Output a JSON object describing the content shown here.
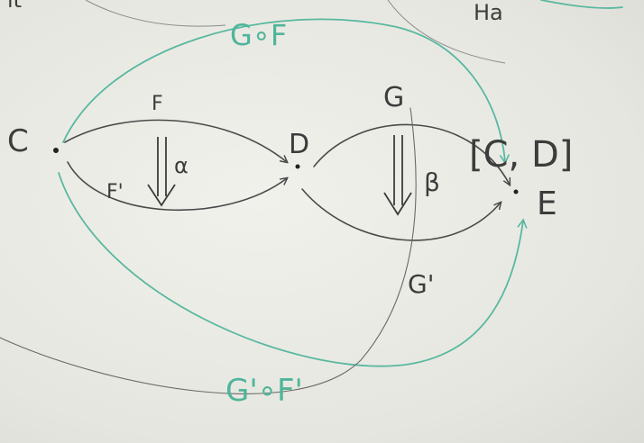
{
  "objects": {
    "c": "C",
    "d": "D",
    "e": "E"
  },
  "functors": {
    "f": "F",
    "f_prime": "F'",
    "g": "G",
    "g_prime": "G'",
    "g_of_f": "G∘F",
    "gprime_of_fprime": "G'∘F'"
  },
  "transformations": {
    "alpha": "α",
    "beta": "β"
  },
  "annotations": {
    "functor_category": "[C, D]",
    "top_left_fragment": "it",
    "top_right_fragment": "Ha"
  },
  "colors": {
    "ink": "#3c3c3c",
    "green_marker": "#4fb59a"
  }
}
